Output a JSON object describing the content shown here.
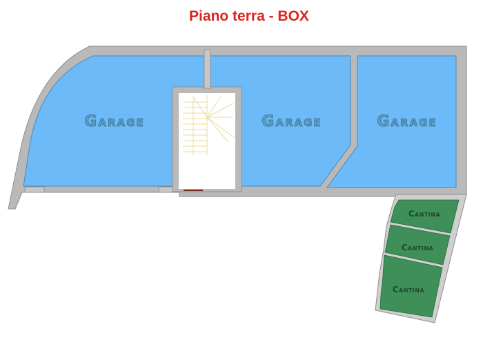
{
  "title": "Piano terra - BOX",
  "colors": {
    "title": "#d7261e",
    "garage_fill": "#6cbaf7",
    "wall": "#b9b9b9",
    "cantina_fill": "#3e8f58",
    "stair_area": "#ffffff",
    "stair_lines": "#ede4a6"
  },
  "rooms": {
    "garages": [
      {
        "label": "Garage"
      },
      {
        "label": "Garage"
      },
      {
        "label": "Garage"
      }
    ],
    "cantine": [
      {
        "label": "Cantina"
      },
      {
        "label": "Cantina"
      },
      {
        "label": "Cantina"
      }
    ],
    "stairwell": {
      "label": ""
    }
  }
}
